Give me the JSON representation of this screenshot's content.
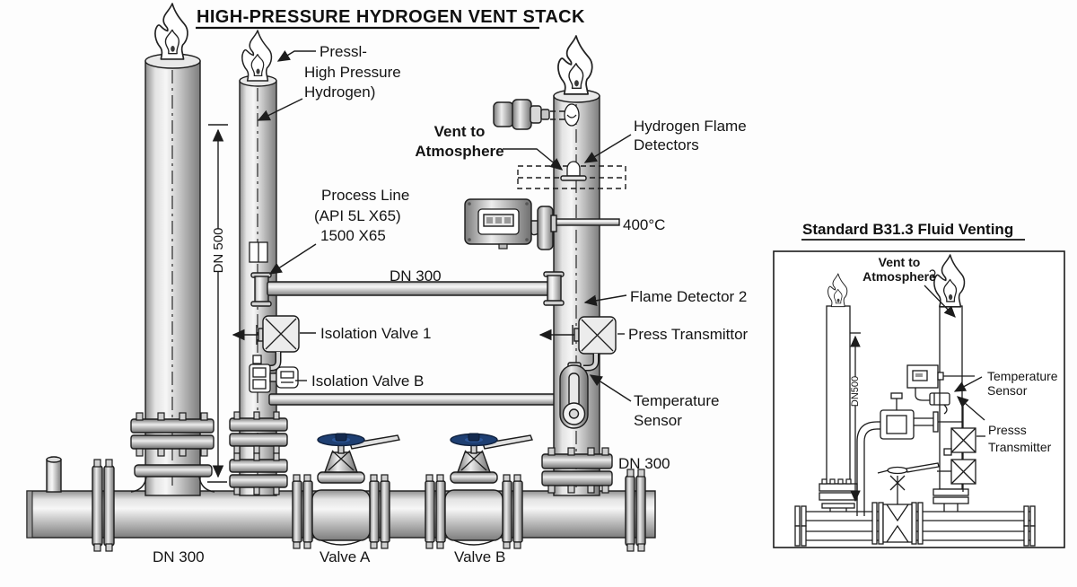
{
  "main": {
    "title": "HIGH-PRESSURE HYDROGEN VENT STACK",
    "callouts": {
      "flare_tip": {
        "line1": "Pressl-",
        "line2": "High Pressure",
        "line3": "Hydrogen)"
      },
      "vent": {
        "line1": "Vent to",
        "line2": "Atmosphere"
      },
      "flame_detectors": {
        "line1": "Hydrogen Flame",
        "line2": "Detectors"
      },
      "process_line": {
        "line1": "Process Line",
        "line2": "(API 5L X65)",
        "line3": "1500 X65"
      },
      "flame_detector_2": "Flame Detector 2",
      "isolation_valve_1": "Isolation Valve 1",
      "isolation_valve_b": "Isolation Valve B",
      "press_transmitter": "Press Transmittor",
      "temperature_sensor": {
        "line1": "Temperature",
        "line2": "Sensor"
      },
      "temp_reading": "400°C"
    },
    "dimensions": {
      "dn500": "DN 500",
      "dn300_process": "DN 300",
      "dn300_right": "DN 300",
      "dn300_header": "DN 300"
    },
    "valves": {
      "valve_a": "Valve A",
      "valve_b": "Valve B"
    }
  },
  "inset": {
    "title": "Standard B31.3 Fluid Venting",
    "callouts": {
      "vent": {
        "line1": "Vent to",
        "line2": "Atmosphere"
      },
      "temperature_sensor": {
        "line1": "Temperature",
        "line2": "Sensor"
      },
      "press_transmitter": {
        "line1": "Presss",
        "line2": "Transmitter"
      }
    },
    "dimensions": {
      "dn": "DN500"
    }
  },
  "colors": {
    "line": "#1c1c1c",
    "text": "#141414",
    "handwheel_blue": "#1e3f72",
    "pipe_light": "#f5f5f5",
    "pipe_dark": "#7d7d7d"
  }
}
